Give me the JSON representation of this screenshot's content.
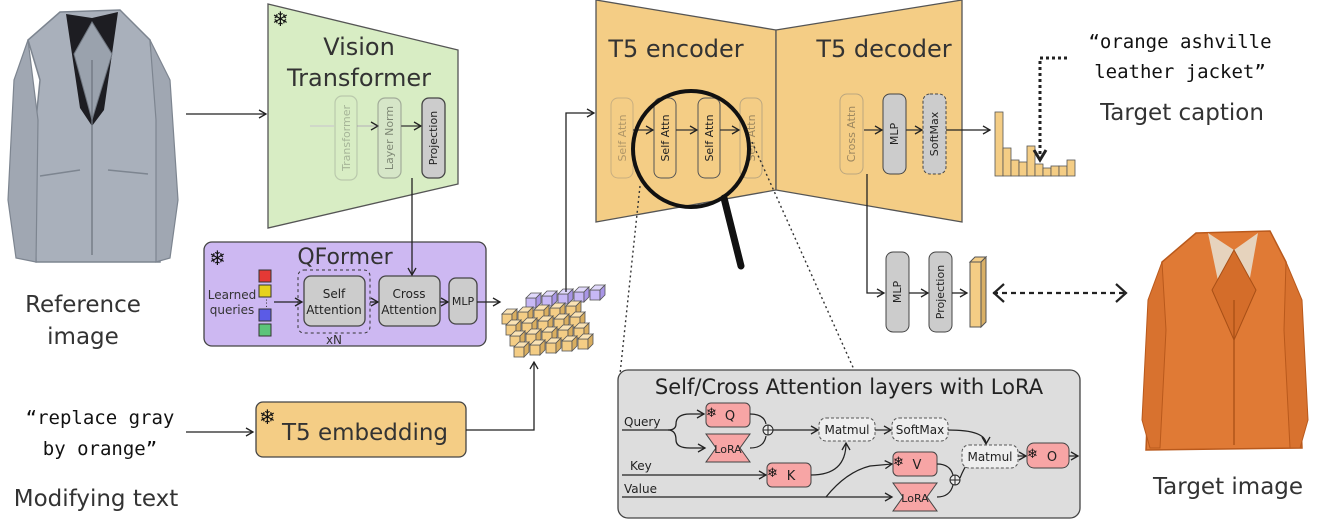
{
  "reference_image": {
    "label_line1": "Reference",
    "label_line2": "image"
  },
  "target_image": {
    "label": "Target image"
  },
  "vision_transformer": {
    "title_line1": "Vision",
    "title_line2": "Transformer",
    "blocks": [
      "Transformer",
      "Layer Norm",
      "Projection"
    ]
  },
  "qformer": {
    "title": "QFormer",
    "learned_queries_line1": "Learned",
    "learned_queries_line2": "queries",
    "self_attention_line1": "Self",
    "self_attention_line2": "Attention",
    "cross_attention_line1": "Cross",
    "cross_attention_line2": "Attention",
    "mlp": "MLP",
    "repeat": "xN",
    "query_colors": [
      "#e53935",
      "#e6d21c",
      "#5b5be6",
      "#5cc47a"
    ]
  },
  "t5_encoder": {
    "title": "T5 encoder",
    "blocks": [
      "Self Attn",
      "Self Attn",
      "Self Attn",
      "Self Attn"
    ]
  },
  "t5_decoder": {
    "title": "T5 decoder",
    "blocks": [
      "Cross Attn",
      "MLP",
      "SoftMax"
    ]
  },
  "caption": {
    "text_line1": "“orange ashville",
    "text_line2": "leather jacket”",
    "label": "Target caption"
  },
  "projection_head": {
    "blocks": [
      "MLP",
      "Projection"
    ]
  },
  "modifying_text": {
    "text_line1": "“replace gray",
    "text_line2": "by orange”",
    "label": "Modifying text"
  },
  "t5_embedding": {
    "label": "T5 embedding"
  },
  "lora_panel": {
    "title": "Self/Cross Attention layers with LoRA",
    "inputs": [
      "Query",
      "Key",
      "Value"
    ],
    "ops": [
      "Q",
      "LoRA",
      "Matmul",
      "SoftMax",
      "K",
      "V",
      "LoRA",
      "Matmul",
      "O"
    ]
  },
  "colors": {
    "vit_green": "#d8edc4",
    "qformer_purple": "#cdb8f2",
    "t5_orange": "#f4cd85",
    "block_gray": "#cccccc",
    "lora_pink": "#f7a5a5",
    "panel_gray": "#dddddd"
  }
}
